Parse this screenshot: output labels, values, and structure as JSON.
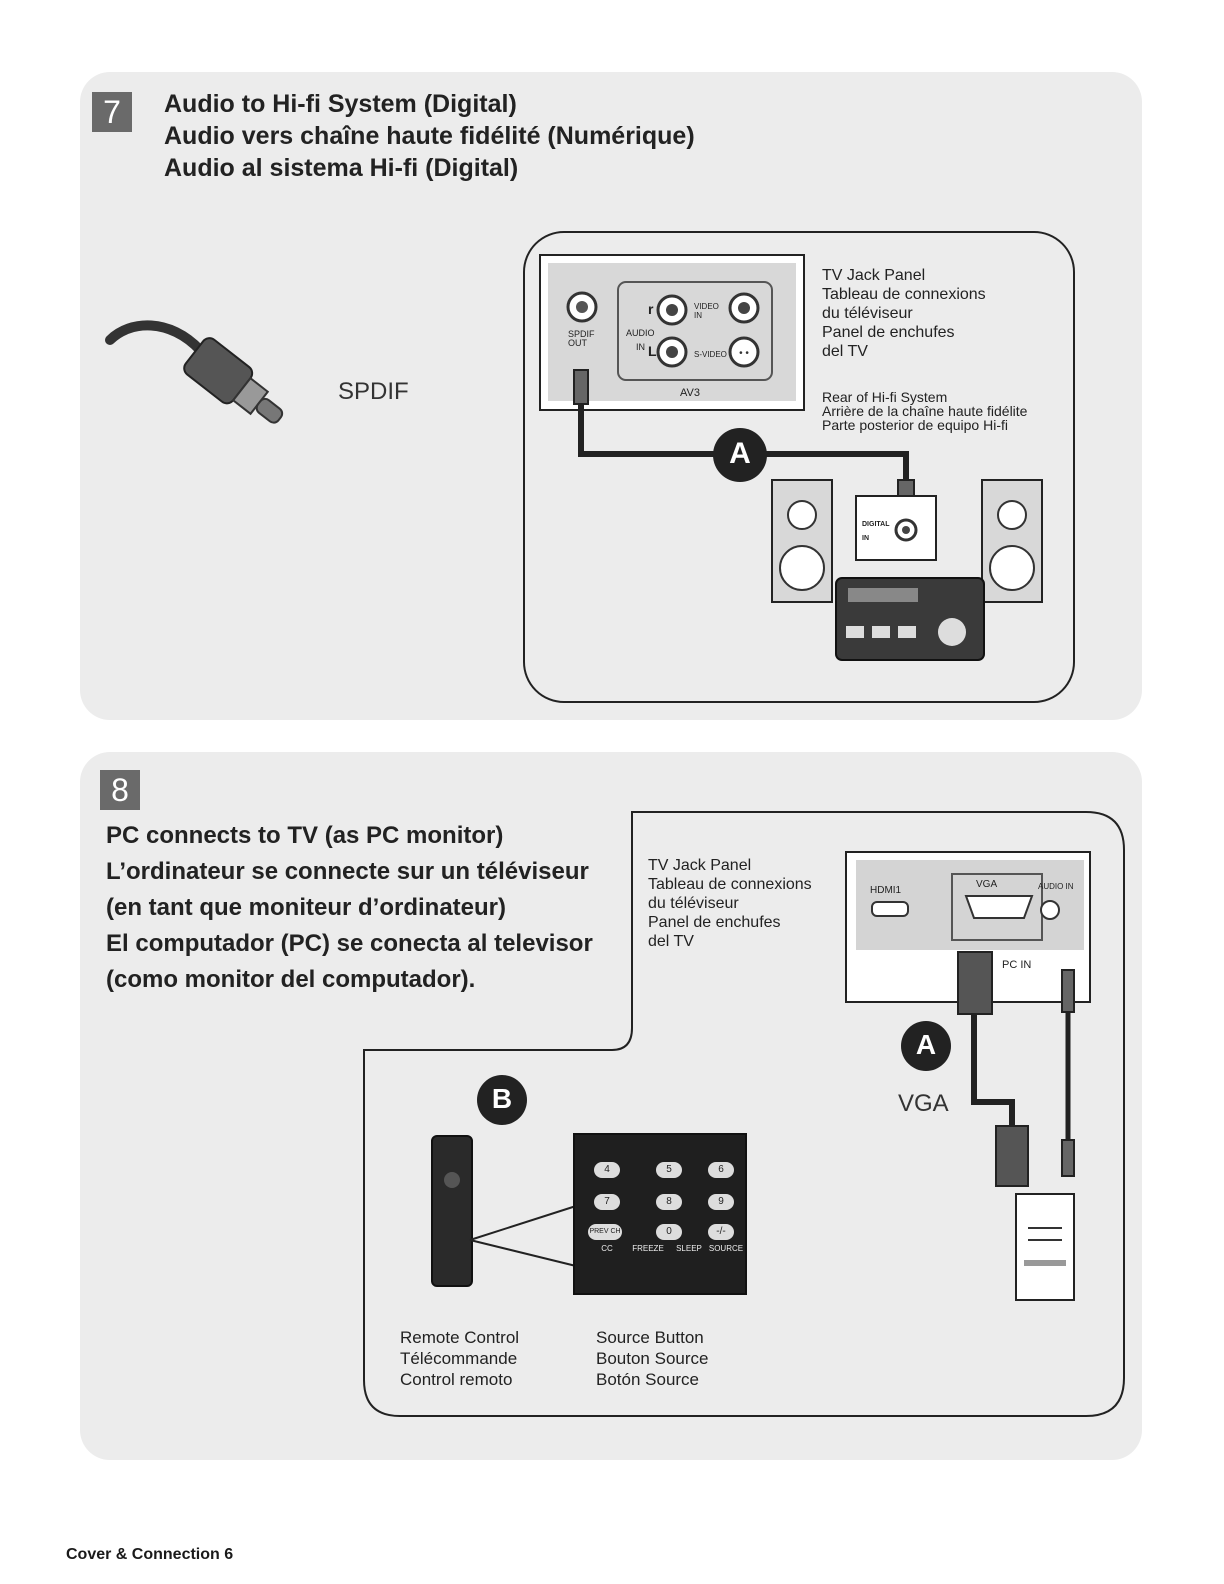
{
  "section7": {
    "number": "7",
    "titles": [
      "Audio to Hi-fi System (Digital)",
      "Audio vers chaîne haute fidélité (Numérique)",
      "Audio al sistema Hi-fi (Digital)"
    ],
    "cable_label": "SPDIF",
    "jack_panel_label": [
      "TV Jack Panel",
      "Tableau de connexions",
      "du téléviseur",
      "Panel de enchufes",
      "del TV"
    ],
    "rear_label": [
      "Rear of Hi-fi System",
      "Arrière de la chaîne haute fidélite",
      "Parte posterior de equipo Hi-fi"
    ],
    "callout": "A",
    "jack_texts": {
      "spdif_out": "SPDIF OUT",
      "audio": "AUDIO",
      "in": "IN",
      "r": "r",
      "l": "L",
      "video_in": "VIDEO IN",
      "s_video": "S-VIDEO",
      "av3": "AV3",
      "digital_in": "DIGITAL IN"
    }
  },
  "section8": {
    "number": "8",
    "titles": [
      "PC connects to TV (as PC monitor)",
      "L’ordinateur se connecte sur un téléviseur",
      "(en tant que moniteur d’ordinateur)",
      "El computador (PC) se conecta al televisor",
      "(como monitor del computador)."
    ],
    "jack_panel_label": [
      "TV Jack Panel",
      "Tableau de connexions",
      "du téléviseur",
      "Panel de enchufes",
      "del TV"
    ],
    "jack_texts": {
      "hdmi": "HDMI1",
      "vga": "VGA",
      "audio_in": "AUDIO IN",
      "pc_in": "PC IN"
    },
    "callout_a": "A",
    "callout_b": "B",
    "vga_label": "VGA",
    "keypad": [
      "4",
      "5",
      "6",
      "7",
      "8",
      "9",
      "PREV CH",
      "0",
      "-/-",
      "CC",
      "FREEZE",
      "SLEEP",
      "SOURCE"
    ],
    "remote_label": [
      "Remote Control",
      "Télécommande",
      "Control remoto"
    ],
    "source_label": [
      "Source Button",
      "Bouton Source",
      "Botón Source"
    ]
  },
  "footer": "Cover & Connection 6"
}
